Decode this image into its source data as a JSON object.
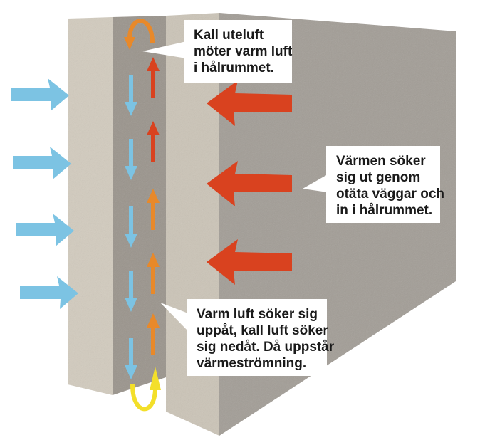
{
  "callouts": {
    "top": [
      "Kall uteluft",
      "möter varm luft",
      "i hålrummet."
    ],
    "right": [
      "Värmen söker",
      "sig ut genom",
      "otäta väggar och",
      "in i hålrummet."
    ],
    "bottom": [
      "Varm luft söker sig",
      "uppåt, kall luft söker",
      "sig nedåt. Då uppstår",
      "värmeströmning."
    ]
  },
  "colors": {
    "cold": "#7cc3e3",
    "warm": "#d9421f",
    "mid": "#e8892a",
    "yellow": "#f3df2a",
    "wall_front": "#cfc8bb",
    "wall_side": "#9b958d",
    "wall_big": "#a29d96"
  }
}
